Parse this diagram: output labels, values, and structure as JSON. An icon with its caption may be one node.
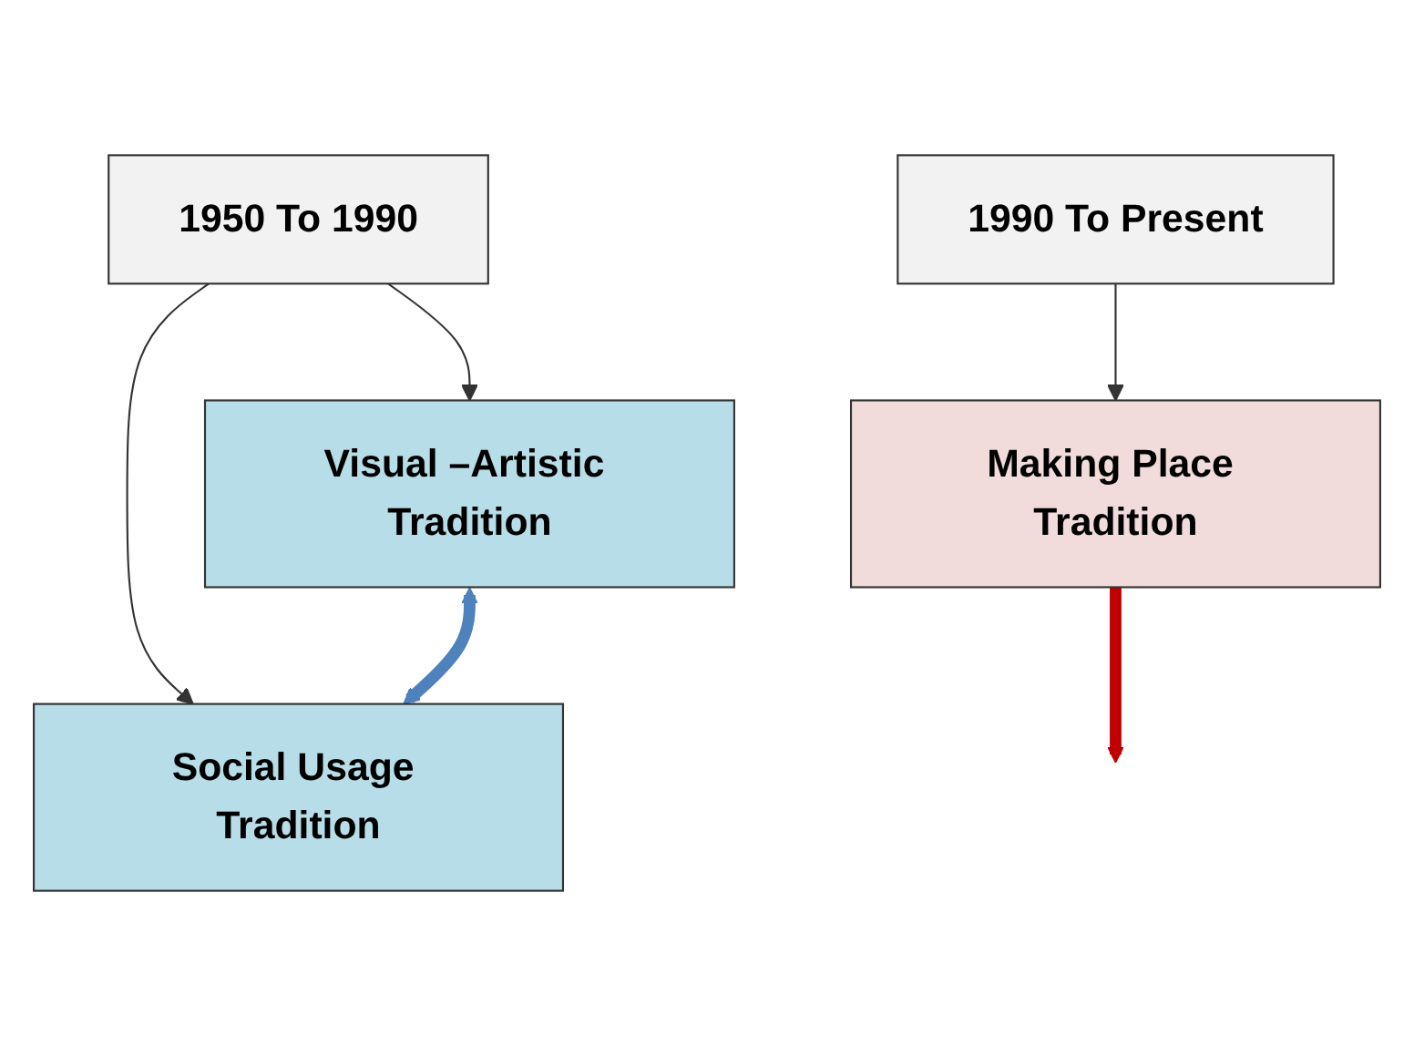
{
  "diagram": {
    "nodes": [
      {
        "text": [
          "1950 To 1990"
        ]
      },
      {
        "text": [
          "Visual –Artistic Tradition"
        ]
      },
      {
        "text": [
          "Social Usage Tradition"
        ]
      },
      {
        "text": [
          "Making Place Tradition"
        ]
      },
      {
        "text": [
          "1990 To Present"
        ]
      }
    ],
    "edges": [
      {
        "from": 0,
        "to": 1,
        "arrow": "to"
      },
      {
        "from": 0,
        "to": 2,
        "arrow": "to"
      },
      {
        "from": 1,
        "to": 2,
        "arrow": "both",
        "style": "thick",
        "color": "#4f81bd"
      },
      {
        "from": 3,
        "to": null,
        "arrow": "to",
        "style": "thick",
        "color": "#c00000"
      },
      {
        "from": 4,
        "to": 3,
        "arrow": "to"
      }
    ]
  }
}
